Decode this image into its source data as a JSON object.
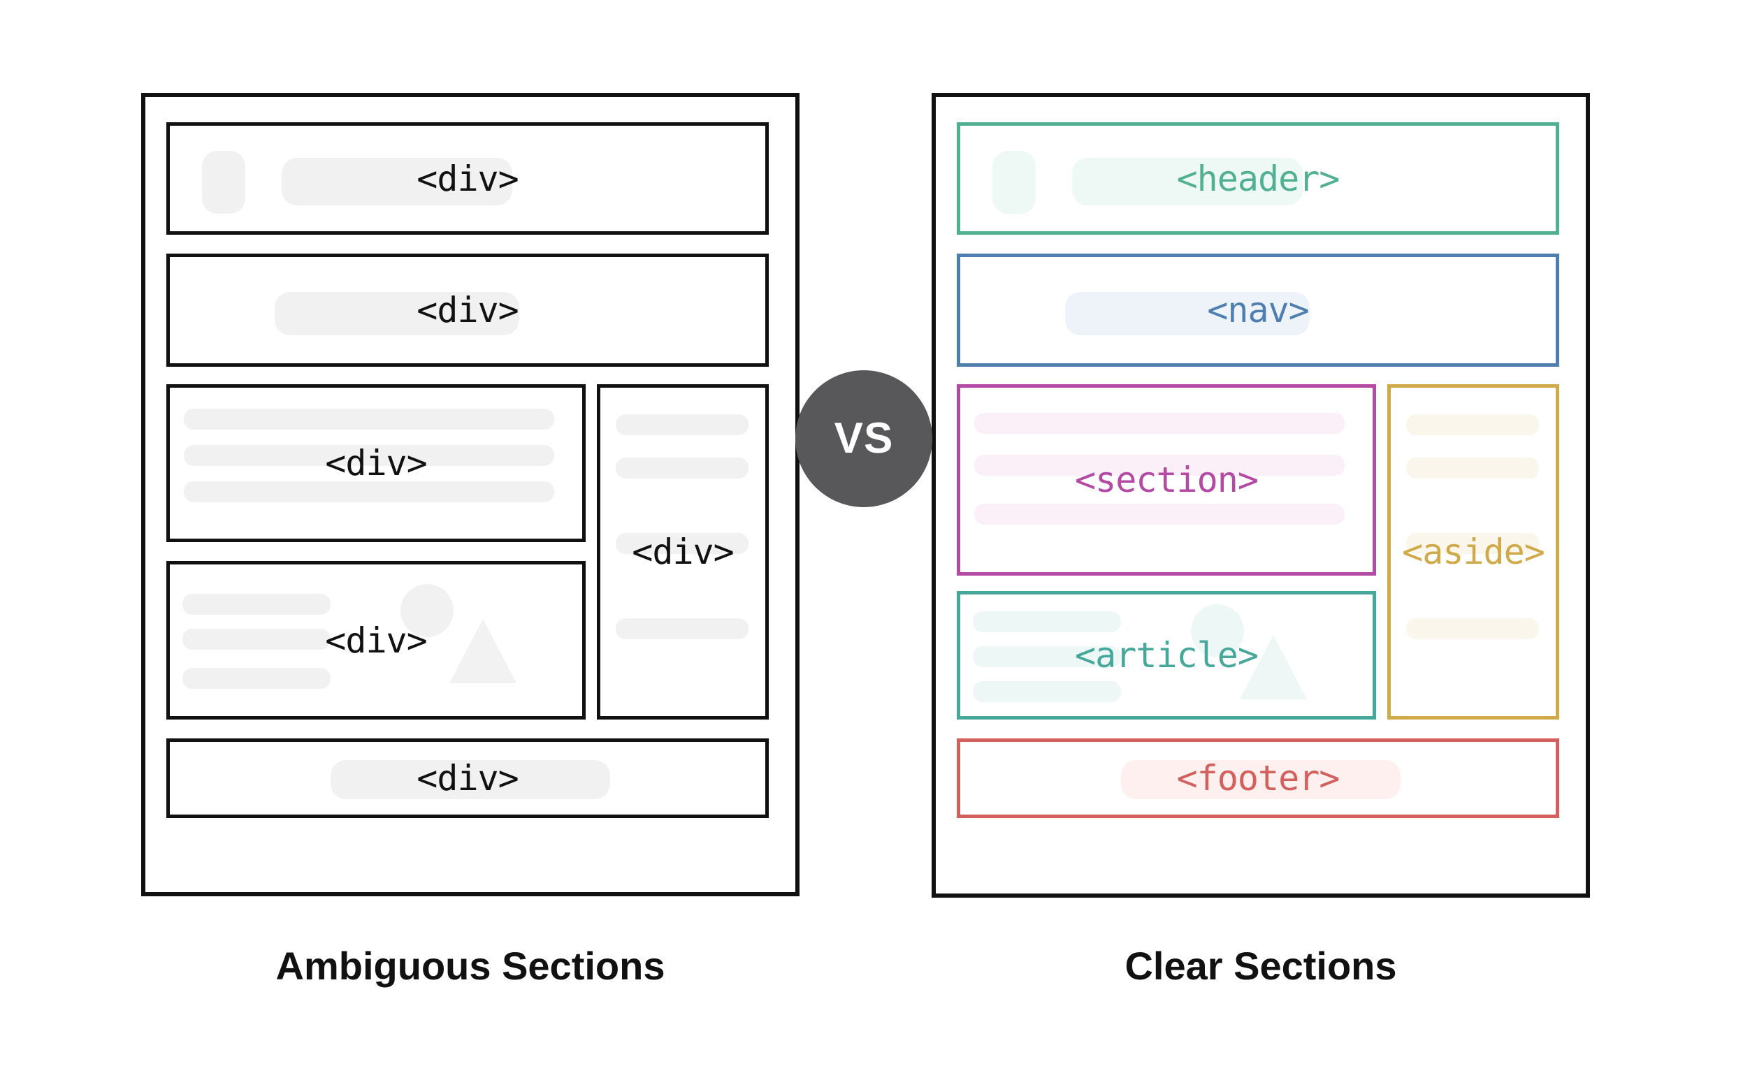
{
  "diagram": {
    "title_left": "Ambiguous Sections",
    "title_right": "Clear Sections",
    "versus_label": "VS"
  },
  "colors": {
    "outline": "#111111",
    "skeleton": "#f1f1f1",
    "vs_badge_bg": "#58575a",
    "vs_badge_text": "#ffffff",
    "header": "#52b092",
    "nav": "#4f7fae",
    "section": "#b44aa3",
    "article": "#46a89a",
    "aside": "#d0a949",
    "footer": "#d4605d"
  },
  "left_panel": {
    "name": "Ambiguous Sections",
    "blocks": [
      {
        "id": "header-row",
        "label": "<div>",
        "role": "header-equivalent"
      },
      {
        "id": "nav-row",
        "label": "<div>",
        "role": "nav-equivalent"
      },
      {
        "id": "section-row",
        "label": "<div>",
        "role": "section-equivalent"
      },
      {
        "id": "article-row",
        "label": "<div>",
        "role": "article-equivalent"
      },
      {
        "id": "aside-col",
        "label": "<div>",
        "role": "aside-equivalent"
      },
      {
        "id": "footer-row",
        "label": "<div>",
        "role": "footer-equivalent"
      }
    ]
  },
  "right_panel": {
    "name": "Clear Sections",
    "blocks": [
      {
        "id": "header",
        "label": "<header>",
        "color": "#52b092"
      },
      {
        "id": "nav",
        "label": "<nav>",
        "color": "#4f7fae"
      },
      {
        "id": "section",
        "label": "<section>",
        "color": "#b44aa3"
      },
      {
        "id": "article",
        "label": "<article>",
        "color": "#46a89a"
      },
      {
        "id": "aside",
        "label": "<aside>",
        "color": "#d0a949"
      },
      {
        "id": "footer",
        "label": "<footer>",
        "color": "#d4605d"
      }
    ]
  }
}
